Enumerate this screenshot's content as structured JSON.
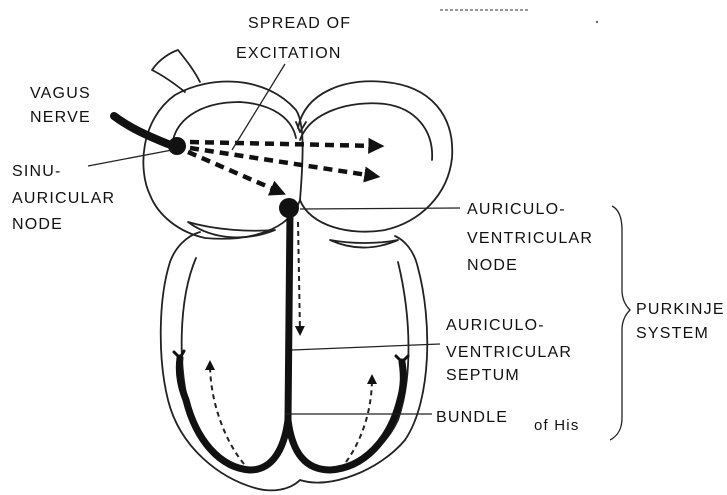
{
  "labels": {
    "spread_line1": "SPREAD OF",
    "spread_line2": "EXCITATION",
    "vagus_line1": "VAGUS",
    "vagus_line2": "NERVE",
    "sinu_line1": "SINU-",
    "sinu_line2": "AURICULAR",
    "sinu_line3": "NODE",
    "avnode_line1": "AURICULO-",
    "avnode_line2": "VENTRICULAR",
    "avnode_line3": "NODE",
    "purkinje_line1": "PURKINJE",
    "purkinje_line2": "SYSTEM",
    "septum_line1": "AURICULO-",
    "septum_line2": "VENTRICULAR",
    "septum_line3": "SEPTUM",
    "bundle": "BUNDLE",
    "bundle_suffix": "of His"
  }
}
